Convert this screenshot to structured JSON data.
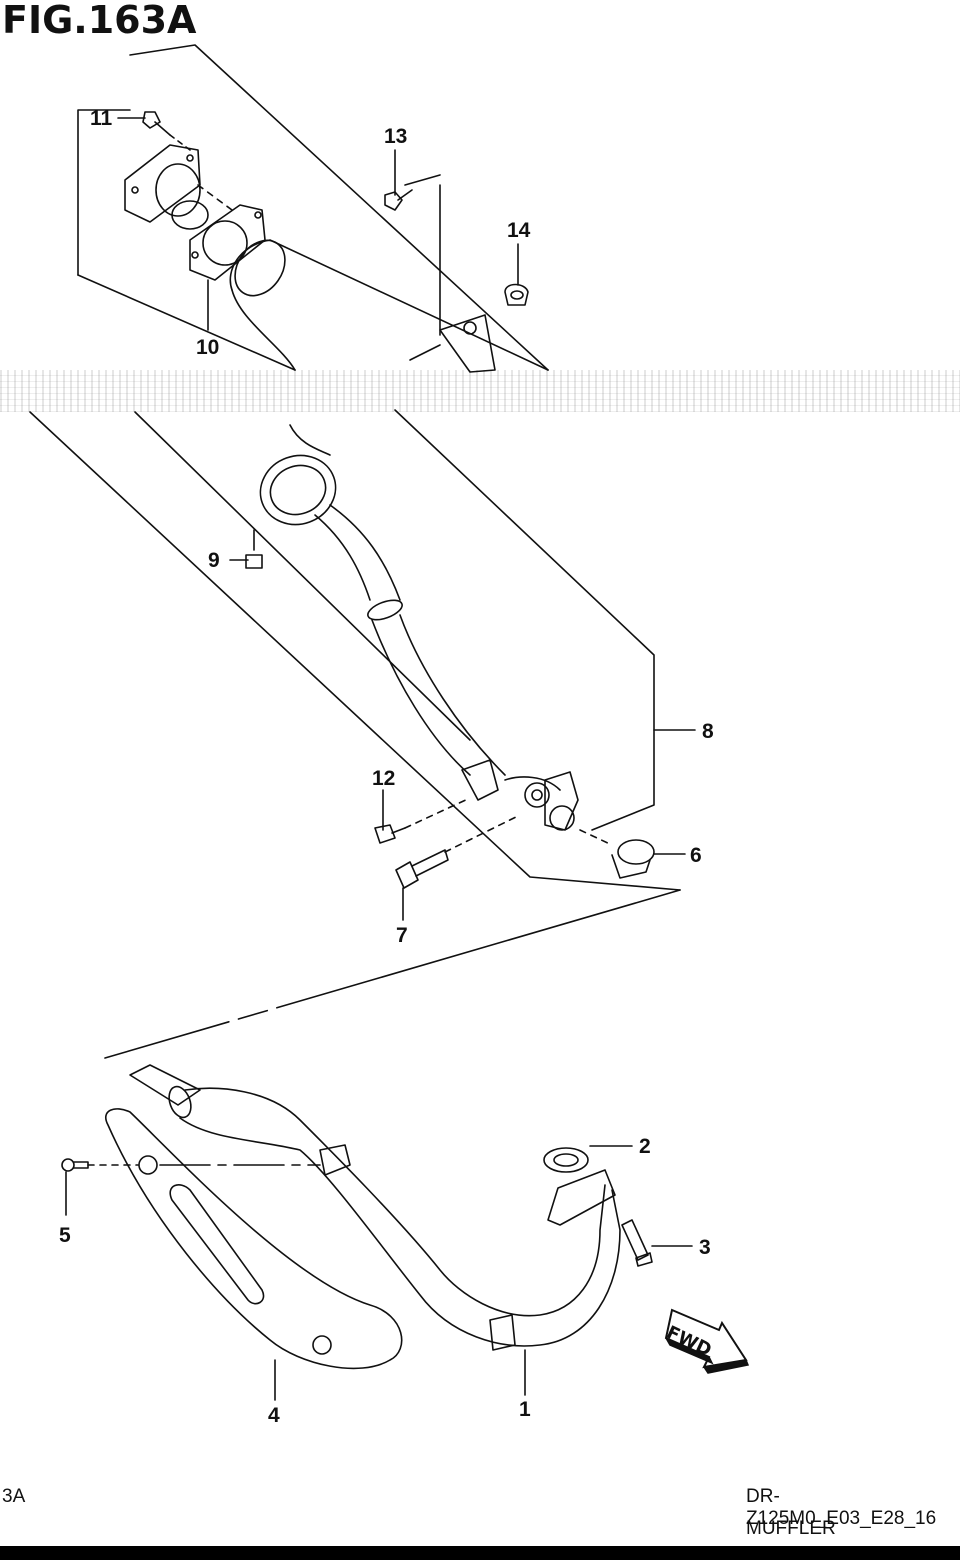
{
  "figure": {
    "title": "FIG.163A"
  },
  "callouts": {
    "c1": "1",
    "c2": "2",
    "c3": "3",
    "c4": "4",
    "c5": "5",
    "c6": "6",
    "c7": "7",
    "c8": "8",
    "c9": "9",
    "c10": "10",
    "c11": "11",
    "c12": "12",
    "c13": "13",
    "c14": "14"
  },
  "fwd_label": "FWD",
  "footer": {
    "left": "3A",
    "code": "DR-Z125M0_E03_E28_16",
    "name": "MUFFLER"
  }
}
